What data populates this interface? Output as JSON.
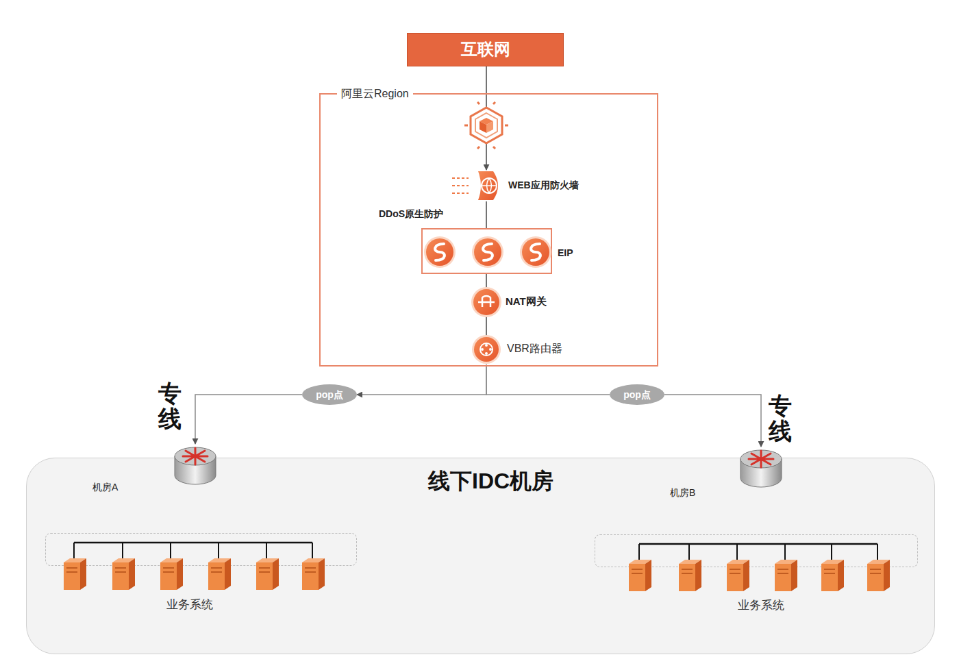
{
  "diagram": {
    "nodes": [
      {
        "text": [
          "互联网"
        ]
      },
      {
        "text": [
          "阿里云Region"
        ]
      },
      {
        "text": [
          "WEB应用防火墙"
        ],
        "in": 1
      },
      {
        "text": [
          "EIP"
        ],
        "in": 1
      },
      {
        "text": [
          "NAT网关"
        ],
        "in": 1
      },
      {
        "text": [
          "VBR路由器"
        ],
        "in": 1
      },
      {
        "text": [
          "pop点"
        ]
      },
      {
        "text": [
          "pop点"
        ]
      },
      {
        "text": [
          "线下IDC机房"
        ]
      },
      {
        "text": [
          "机房A"
        ],
        "in": 8
      },
      {
        "text": [
          "业务系统"
        ],
        "in": 8
      },
      {
        "text": [
          "机房B"
        ],
        "in": 8
      },
      {
        "text": [
          "业务系统"
        ],
        "in": 8
      }
    ],
    "edges": [
      {
        "from": 0,
        "to": 2,
        "arrow": "to"
      },
      {
        "from": 2,
        "to": 3,
        "arrow": "none"
      },
      {
        "from": 3,
        "to": 4,
        "arrow": "none"
      },
      {
        "from": 4,
        "to": 5,
        "arrow": "none"
      },
      {
        "from": 5,
        "to": 6,
        "arrow": "to"
      },
      {
        "from": 5,
        "to": 7,
        "arrow": "none"
      },
      {
        "from": 6,
        "to": 9,
        "label": "专线",
        "arrow": "to"
      },
      {
        "from": 7,
        "to": 11,
        "label": "专线",
        "arrow": "to"
      },
      {
        "from": 9,
        "to": 10,
        "arrow": "none"
      },
      {
        "from": 11,
        "to": 12,
        "arrow": "none"
      }
    ],
    "labels": [
      "DDoS原生防护"
    ]
  }
}
